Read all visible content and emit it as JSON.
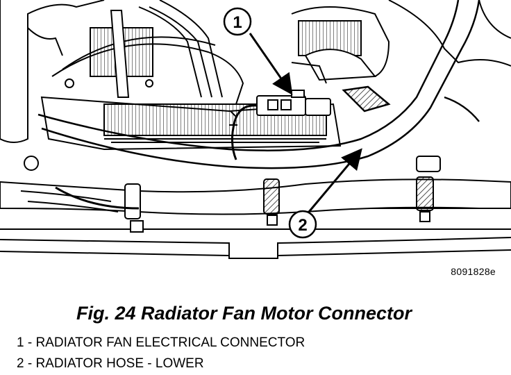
{
  "figure": {
    "id_code": "8091828e",
    "callouts": [
      "1",
      "2"
    ]
  },
  "caption": "Fig. 24 Radiator Fan Motor Connector",
  "legend": [
    "1 - RADIATOR FAN ELECTRICAL CONNECTOR",
    "2 - RADIATOR HOSE - LOWER"
  ]
}
